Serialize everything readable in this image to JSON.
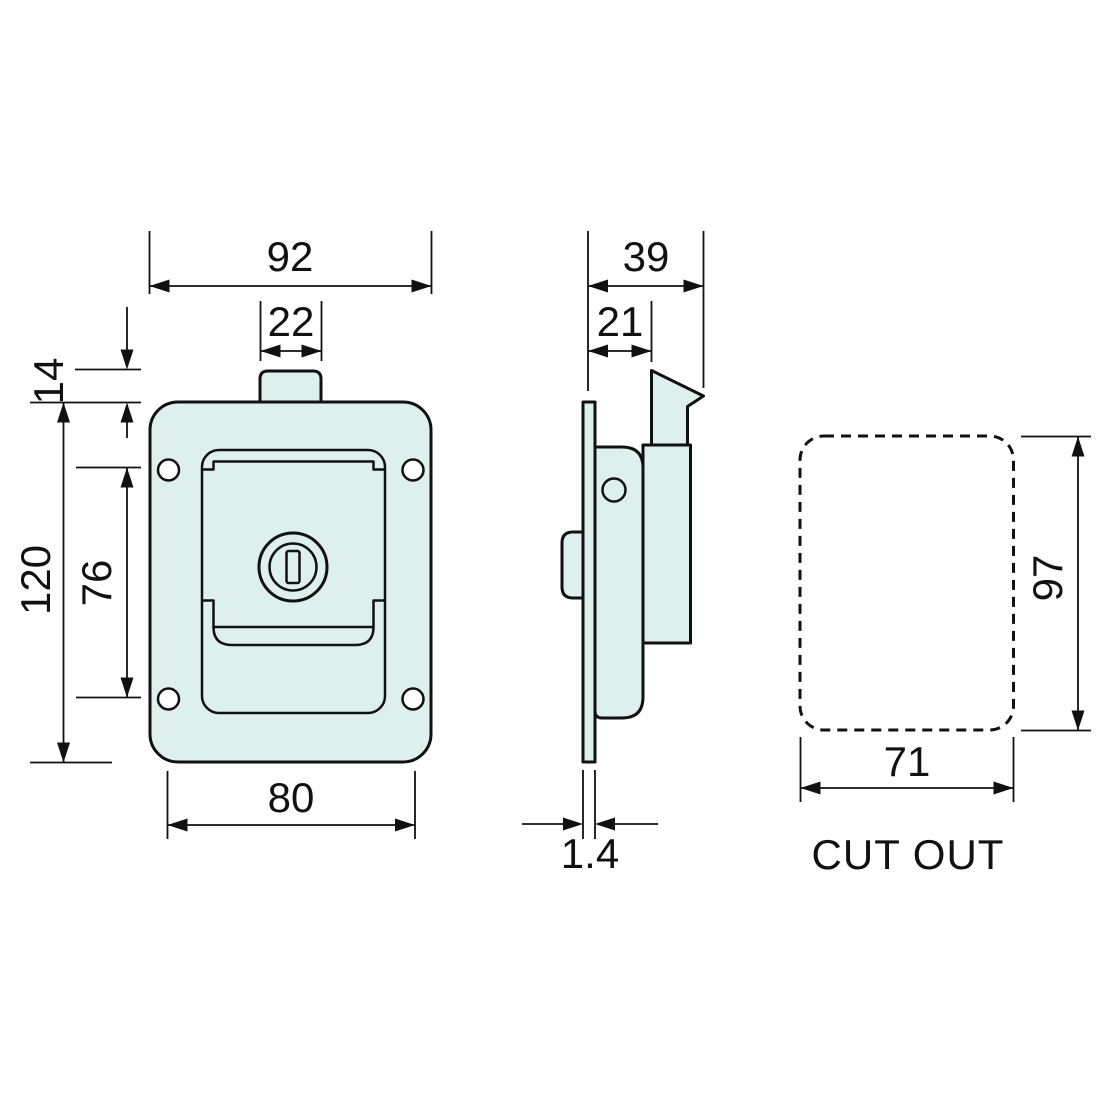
{
  "drawing": {
    "colors": {
      "part_fill": "#def0ed",
      "line_color": "#111111",
      "background": "#ffffff"
    },
    "front_view": {
      "overall_width": "92",
      "tab_width": "22",
      "tab_height": "14",
      "overall_height": "120",
      "hole_spacing_vertical": "76",
      "hole_spacing_horizontal": "80"
    },
    "side_view": {
      "overall_depth": "39",
      "body_depth": "21",
      "panel_thickness": "1.4"
    },
    "cutout_view": {
      "height": "97",
      "width": "71",
      "caption": "CUT OUT"
    }
  }
}
